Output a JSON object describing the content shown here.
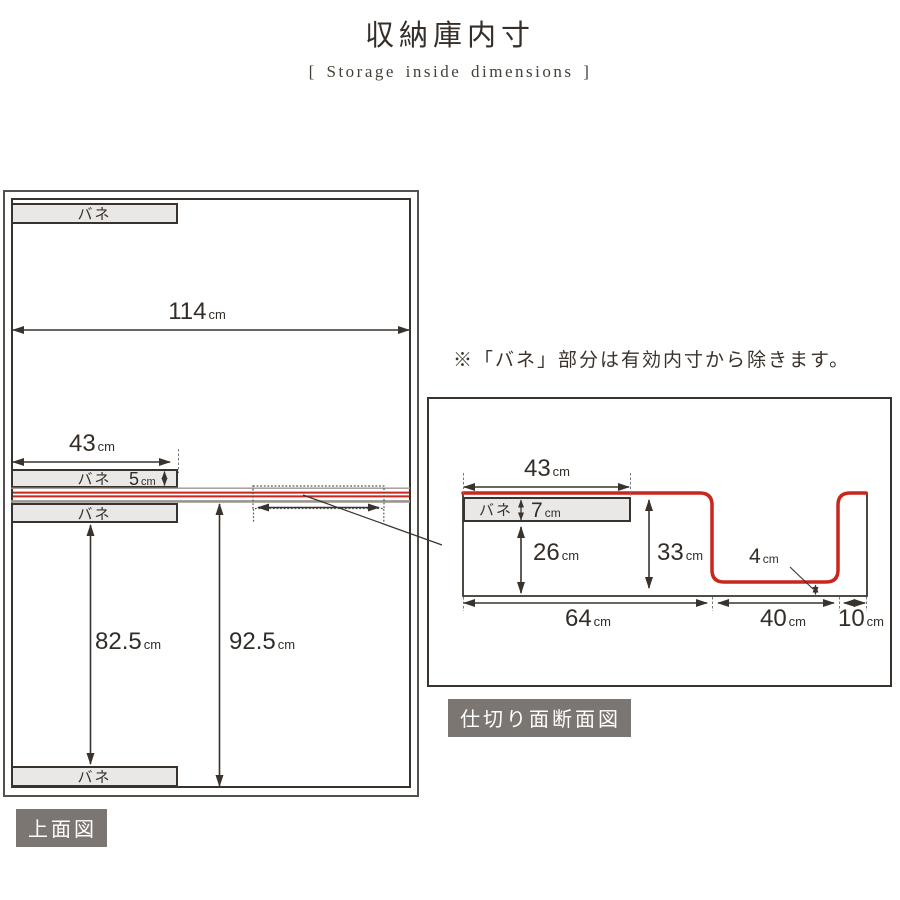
{
  "colors": {
    "ink": "#3a332d",
    "red": "#c9261e",
    "bane_fill": "#e9e8e7",
    "caption_bg": "#7b7671",
    "line_gray": "#9a9591"
  },
  "header": {
    "title": "収納庫内寸",
    "subtitle": "[ Storage inside dimensions ]"
  },
  "note": "※「バネ」部分は有効内寸から除きます。",
  "labels": {
    "bane": "バネ"
  },
  "top_view": {
    "caption": "上面図",
    "dims": {
      "inner_width": {
        "value": "114",
        "unit": "cm"
      },
      "bane_width": {
        "value": "43",
        "unit": "cm"
      },
      "bane_depth": {
        "value": "5",
        "unit": "cm"
      },
      "depth_to_bane": {
        "value": "82.5",
        "unit": "cm"
      },
      "inner_depth": {
        "value": "92.5",
        "unit": "cm"
      }
    }
  },
  "cross_section": {
    "caption": "仕切り面断面図",
    "dims": {
      "bane_width": {
        "value": "43",
        "unit": "cm"
      },
      "bane_height": {
        "value": "7",
        "unit": "cm"
      },
      "below_bane_height": {
        "value": "26",
        "unit": "cm"
      },
      "inner_height": {
        "value": "33",
        "unit": "cm"
      },
      "notch_bottom_gap": {
        "value": "4",
        "unit": "cm"
      },
      "left_section_width": {
        "value": "64",
        "unit": "cm"
      },
      "notch_width": {
        "value": "40",
        "unit": "cm"
      },
      "right_section_width": {
        "value": "10",
        "unit": "cm"
      }
    }
  }
}
